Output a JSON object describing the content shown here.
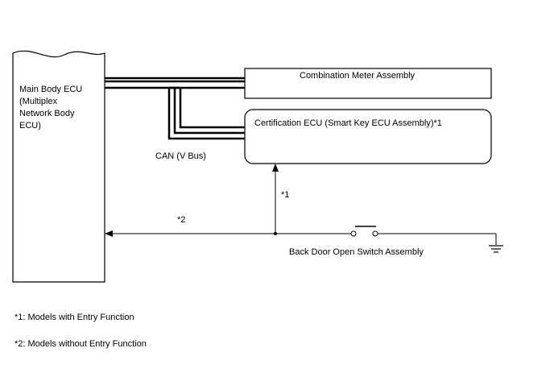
{
  "main_ecu": {
    "lines": [
      "Main Body ECU",
      "(Multiplex",
      "Network Body",
      "ECU)"
    ]
  },
  "combination_meter": {
    "label": "Combination Meter Assembly"
  },
  "certification_ecu": {
    "label": "Certification ECU (Smart Key ECU Assembly)*1"
  },
  "can_bus": {
    "label": "CAN (V Bus)"
  },
  "wire_labels": {
    "star1": "*1",
    "star2": "*2"
  },
  "switch": {
    "label": "Back Door Open Switch Assembly"
  },
  "notes": [
    "*1: Models with Entry Function",
    "*2: Models without Entry Function"
  ]
}
